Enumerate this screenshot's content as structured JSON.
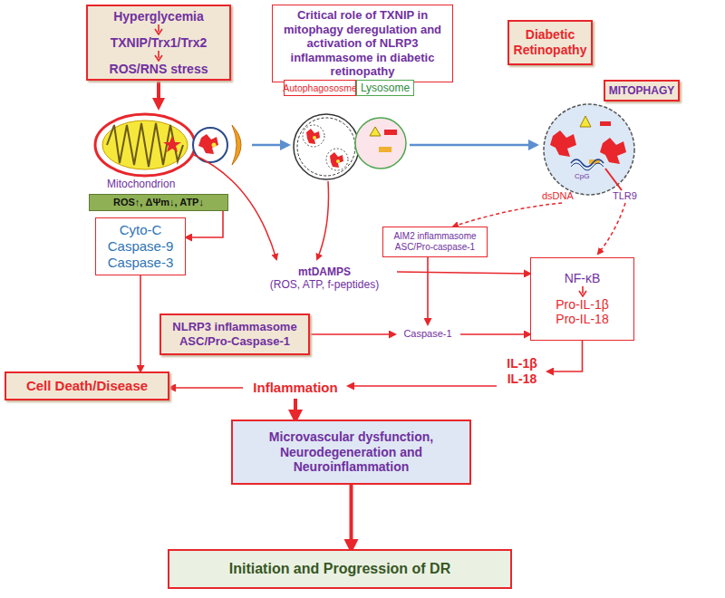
{
  "diagram": {
    "nodes": [
      {
        "text": [
          "Hyperglycemia",
          "TXNIP/Trx1/Trx2",
          "ROS/RNS stress"
        ]
      },
      {
        "text": [
          "Critical role of TXNIP in mitophagy deregulation and activation of NLRP3 inflammasome in diabetic retinopathy"
        ]
      },
      {
        "text": [
          "Diabetic Retinopathy"
        ]
      },
      {
        "text": [
          "Autophagososme"
        ]
      },
      {
        "text": [
          "Lysosome"
        ]
      },
      {
        "text": [
          "MITOPHAGY"
        ]
      },
      {
        "text": [
          "ROS↑, ΔΨm↓, ATP↓"
        ]
      },
      {
        "text": [
          "Cyto-C",
          "Caspase-9",
          "Caspase-3"
        ]
      },
      {
        "text": [
          "AIM2 inflammasome",
          "ASC/Pro-caspase-1"
        ]
      },
      {
        "text": [
          "mtDAMPS",
          "(ROS, ATP, f-peptides)"
        ]
      },
      {
        "text": [
          "NF-κB",
          "Pro-IL-1β",
          "Pro-IL-18"
        ]
      },
      {
        "text": [
          "NLRP3 inflammasome",
          "ASC/Pro-Caspase-1"
        ]
      },
      {
        "text": [
          "Caspase-1"
        ]
      },
      {
        "text": [
          "IL-1β",
          "IL-18"
        ]
      },
      {
        "text": [
          "Cell Death/Disease"
        ]
      },
      {
        "text": [
          "Inflammation"
        ]
      },
      {
        "text": [
          "Microvascular dysfunction, Neurodegeneration and Neuroinflammation"
        ]
      },
      {
        "text": [
          "Initiation and Progression of DR"
        ]
      }
    ],
    "edges": [
      {
        "from": 6,
        "to": 7,
        "arrow": "to"
      },
      {
        "from": 9,
        "to": 10,
        "arrow": "to"
      },
      {
        "from": 11,
        "to": 12,
        "arrow": "to"
      },
      {
        "from": 8,
        "to": 12,
        "arrow": "to"
      },
      {
        "from": 12,
        "to": 10,
        "arrow": "to"
      },
      {
        "from": 10,
        "to": 13,
        "arrow": "to"
      },
      {
        "from": 13,
        "to": 15,
        "arrow": "to"
      },
      {
        "from": 15,
        "to": 14,
        "arrow": "to"
      },
      {
        "from": 7,
        "to": 14,
        "arrow": "to"
      },
      {
        "from": 15,
        "to": 16,
        "arrow": "to"
      },
      {
        "from": 16,
        "to": 17,
        "arrow": "to"
      }
    ],
    "labels": [
      "Mitochondrion",
      "CpG",
      "dsDNA",
      "TLR9"
    ]
  }
}
